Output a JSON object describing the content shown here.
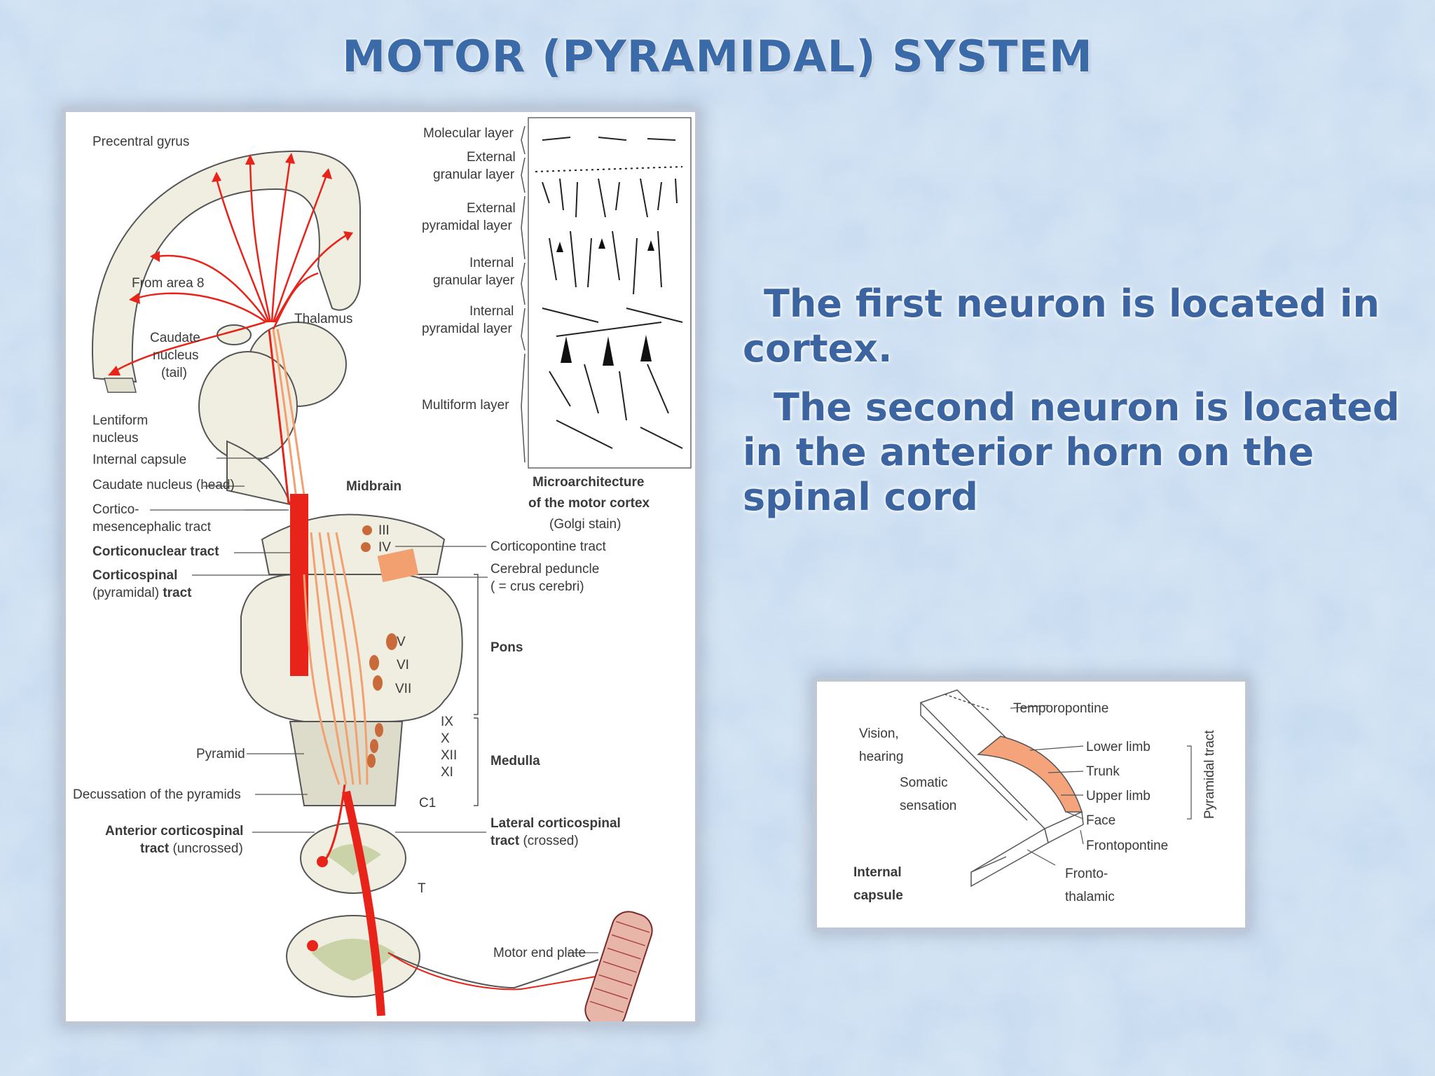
{
  "slide": {
    "title": "MOTOR (PYRAMIDAL) SYSTEM",
    "paragraphs": [
      "The first neuron is located in cortex.",
      "The second neuron is located in the anterior horn on the spinal cord"
    ]
  },
  "main_figure": {
    "labels_left": {
      "precentral_gyrus": "Precentral gyrus",
      "from_area_8": "From area 8",
      "thalamus": "Thalamus",
      "caudate_tail_1": "Caudate",
      "caudate_tail_2": "nucleus",
      "caudate_tail_3": "(tail)",
      "lentiform_1": "Lentiform",
      "lentiform_2": "nucleus",
      "internal_capsule": "Internal capsule",
      "caudate_head": "Caudate nucleus (head)",
      "cortico_mes_1": "Cortico-",
      "cortico_mes_2": "mesencephalic tract",
      "corticonuclear": "Corticonuclear tract",
      "corticospinal_1": "Corticospinal",
      "corticospinal_2a": "(pyramidal)",
      "corticospinal_2b": "tract",
      "pyramid": "Pyramid",
      "decussation": "Decussation of the pyramids",
      "anterior_cs_1": "Anterior corticospinal",
      "anterior_cs_2a": "tract",
      "anterior_cs_2b": "(uncrossed)",
      "midbrain": "Midbrain"
    },
    "layers": {
      "molecular": "Molecular layer",
      "ext_gran_1": "External",
      "ext_gran_2": "granular layer",
      "ext_pyr_1": "External",
      "ext_pyr_2": "pyramidal layer",
      "int_gran_1": "Internal",
      "int_gran_2": "granular layer",
      "int_pyr_1": "Internal",
      "int_pyr_2": "pyramidal layer",
      "multiform": "Multiform layer"
    },
    "micro_caption": {
      "line1": "Microarchitecture",
      "line2": "of the motor cortex",
      "line3": "(Golgi stain)"
    },
    "labels_right": {
      "corticopontine": "Corticopontine tract",
      "cerebral_peduncle_1": "Cerebral peduncle",
      "cerebral_peduncle_2": "( = crus cerebri)",
      "pons": "Pons",
      "medulla": "Medulla",
      "lateral_cs_1": "Lateral corticospinal",
      "lateral_cs_2a": "tract",
      "lateral_cs_2b": "(crossed)",
      "motor_end_plate": "Motor end plate"
    },
    "nuclei": {
      "n3": "III",
      "n4": "IV",
      "n5": "V",
      "n6": "VI",
      "n7": "VII",
      "n9": "IX",
      "n10": "X",
      "n12": "XII",
      "n11": "XI",
      "c1": "C1",
      "t": "T"
    }
  },
  "capsule_figure": {
    "temporopontine": "Temporopontine",
    "vision_1": "Vision,",
    "vision_2": "hearing",
    "somatic_1": "Somatic",
    "somatic_2": "sensation",
    "lower_limb": "Lower limb",
    "trunk": "Trunk",
    "upper_limb": "Upper limb",
    "face": "Face",
    "pyramidal_tract": "Pyramidal tract",
    "frontopontine": "Frontopontine",
    "frontothalamic_1": "Fronto-",
    "frontothalamic_2": "thalamic",
    "internal_capsule_1": "Internal",
    "internal_capsule_2": "capsule"
  },
  "colors": {
    "title": "#3a6aa8",
    "body_text": "#3c64a0",
    "tract_red": "#e8241a",
    "fiber_orange": "#f2a070",
    "background": "#c9dcef"
  }
}
